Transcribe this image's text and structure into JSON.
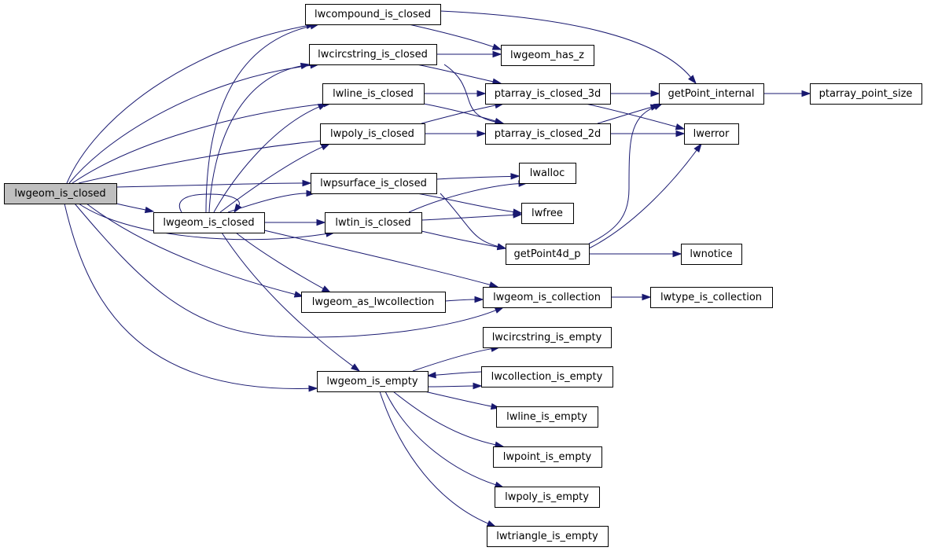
{
  "graph": {
    "root": "lwgeom_is_closed_root",
    "nodes": [
      {
        "id": "lwgeom_is_closed_root",
        "label": "lwgeom_is_closed",
        "root": true
      },
      {
        "id": "lwgeom_is_closed",
        "label": "lwgeom_is_closed"
      },
      {
        "id": "lwcompound_is_closed",
        "label": "lwcompound_is_closed"
      },
      {
        "id": "lwcircstring_is_closed",
        "label": "lwcircstring_is_closed"
      },
      {
        "id": "lwline_is_closed",
        "label": "lwline_is_closed"
      },
      {
        "id": "lwpoly_is_closed",
        "label": "lwpoly_is_closed"
      },
      {
        "id": "lwpsurface_is_closed",
        "label": "lwpsurface_is_closed"
      },
      {
        "id": "lwtin_is_closed",
        "label": "lwtin_is_closed"
      },
      {
        "id": "lwgeom_as_lwcollection",
        "label": "lwgeom_as_lwcollection"
      },
      {
        "id": "lwgeom_is_empty",
        "label": "lwgeom_is_empty"
      },
      {
        "id": "lwgeom_has_z",
        "label": "lwgeom_has_z"
      },
      {
        "id": "ptarray_is_closed_3d",
        "label": "ptarray_is_closed_3d"
      },
      {
        "id": "ptarray_is_closed_2d",
        "label": "ptarray_is_closed_2d"
      },
      {
        "id": "lwalloc",
        "label": "lwalloc"
      },
      {
        "id": "lwfree",
        "label": "lwfree"
      },
      {
        "id": "getPoint4d_p",
        "label": "getPoint4d_p"
      },
      {
        "id": "lwgeom_is_collection",
        "label": "lwgeom_is_collection"
      },
      {
        "id": "lwcircstring_is_empty",
        "label": "lwcircstring_is_empty"
      },
      {
        "id": "lwcollection_is_empty",
        "label": "lwcollection_is_empty"
      },
      {
        "id": "lwline_is_empty",
        "label": "lwline_is_empty"
      },
      {
        "id": "lwpoint_is_empty",
        "label": "lwpoint_is_empty"
      },
      {
        "id": "lwpoly_is_empty",
        "label": "lwpoly_is_empty"
      },
      {
        "id": "lwtriangle_is_empty",
        "label": "lwtriangle_is_empty"
      },
      {
        "id": "getPoint_internal",
        "label": "getPoint_internal"
      },
      {
        "id": "lwerror",
        "label": "lwerror"
      },
      {
        "id": "lwnotice",
        "label": "lwnotice"
      },
      {
        "id": "lwtype_is_collection",
        "label": "lwtype_is_collection"
      },
      {
        "id": "ptarray_point_size",
        "label": "ptarray_point_size"
      }
    ],
    "edges": [
      {
        "from": "lwgeom_is_closed_root",
        "to": "lwcompound_is_closed"
      },
      {
        "from": "lwgeom_is_closed_root",
        "to": "lwcircstring_is_closed"
      },
      {
        "from": "lwgeom_is_closed_root",
        "to": "lwline_is_closed"
      },
      {
        "from": "lwgeom_is_closed_root",
        "to": "lwpoly_is_closed"
      },
      {
        "from": "lwgeom_is_closed_root",
        "to": "lwpsurface_is_closed"
      },
      {
        "from": "lwgeom_is_closed_root",
        "to": "lwgeom_is_closed"
      },
      {
        "from": "lwgeom_is_closed_root",
        "to": "lwtin_is_closed"
      },
      {
        "from": "lwgeom_is_closed_root",
        "to": "lwgeom_as_lwcollection"
      },
      {
        "from": "lwgeom_is_closed_root",
        "to": "lwgeom_is_collection"
      },
      {
        "from": "lwgeom_is_closed_root",
        "to": "lwgeom_is_empty"
      },
      {
        "from": "lwgeom_is_closed",
        "to": "lwgeom_is_closed"
      },
      {
        "from": "lwgeom_is_closed",
        "to": "lwcompound_is_closed"
      },
      {
        "from": "lwgeom_is_closed",
        "to": "lwcircstring_is_closed"
      },
      {
        "from": "lwgeom_is_closed",
        "to": "lwline_is_closed"
      },
      {
        "from": "lwgeom_is_closed",
        "to": "lwpoly_is_closed"
      },
      {
        "from": "lwgeom_is_closed",
        "to": "lwpsurface_is_closed"
      },
      {
        "from": "lwgeom_is_closed",
        "to": "lwtin_is_closed"
      },
      {
        "from": "lwgeom_is_closed",
        "to": "lwgeom_as_lwcollection"
      },
      {
        "from": "lwgeom_is_closed",
        "to": "lwgeom_is_collection"
      },
      {
        "from": "lwgeom_is_closed",
        "to": "lwgeom_is_empty"
      },
      {
        "from": "lwcompound_is_closed",
        "to": "lwgeom_has_z"
      },
      {
        "from": "lwcompound_is_closed",
        "to": "getPoint_internal"
      },
      {
        "from": "lwcircstring_is_closed",
        "to": "lwgeom_has_z"
      },
      {
        "from": "lwcircstring_is_closed",
        "to": "ptarray_is_closed_3d"
      },
      {
        "from": "lwcircstring_is_closed",
        "to": "ptarray_is_closed_2d"
      },
      {
        "from": "lwline_is_closed",
        "to": "ptarray_is_closed_3d"
      },
      {
        "from": "lwline_is_closed",
        "to": "ptarray_is_closed_2d"
      },
      {
        "from": "lwpoly_is_closed",
        "to": "ptarray_is_closed_3d"
      },
      {
        "from": "lwpoly_is_closed",
        "to": "ptarray_is_closed_2d"
      },
      {
        "from": "lwpsurface_is_closed",
        "to": "lwalloc"
      },
      {
        "from": "lwpsurface_is_closed",
        "to": "lwfree"
      },
      {
        "from": "lwpsurface_is_closed",
        "to": "getPoint4d_p"
      },
      {
        "from": "lwtin_is_closed",
        "to": "lwalloc"
      },
      {
        "from": "lwtin_is_closed",
        "to": "lwfree"
      },
      {
        "from": "lwtin_is_closed",
        "to": "getPoint4d_p"
      },
      {
        "from": "lwgeom_as_lwcollection",
        "to": "lwgeom_is_collection"
      },
      {
        "from": "lwgeom_is_empty",
        "to": "lwcircstring_is_empty"
      },
      {
        "from": "lwgeom_is_empty",
        "to": "lwcollection_is_empty"
      },
      {
        "from": "lwgeom_is_empty",
        "to": "lwline_is_empty"
      },
      {
        "from": "lwgeom_is_empty",
        "to": "lwpoint_is_empty"
      },
      {
        "from": "lwgeom_is_empty",
        "to": "lwpoly_is_empty"
      },
      {
        "from": "lwgeom_is_empty",
        "to": "lwtriangle_is_empty"
      },
      {
        "from": "lwcollection_is_empty",
        "to": "lwgeom_is_empty"
      },
      {
        "from": "ptarray_is_closed_3d",
        "to": "getPoint_internal"
      },
      {
        "from": "ptarray_is_closed_3d",
        "to": "lwerror"
      },
      {
        "from": "ptarray_is_closed_2d",
        "to": "getPoint_internal"
      },
      {
        "from": "ptarray_is_closed_2d",
        "to": "lwerror"
      },
      {
        "from": "getPoint4d_p",
        "to": "getPoint_internal"
      },
      {
        "from": "getPoint4d_p",
        "to": "lwerror"
      },
      {
        "from": "getPoint4d_p",
        "to": "lwnotice"
      },
      {
        "from": "getPoint_internal",
        "to": "ptarray_point_size"
      },
      {
        "from": "lwgeom_is_collection",
        "to": "lwtype_is_collection"
      }
    ]
  },
  "colors": {
    "edge": "#191970",
    "node_border": "#000000",
    "node_fill": "#ffffff",
    "root_fill": "#bfbfbf"
  }
}
